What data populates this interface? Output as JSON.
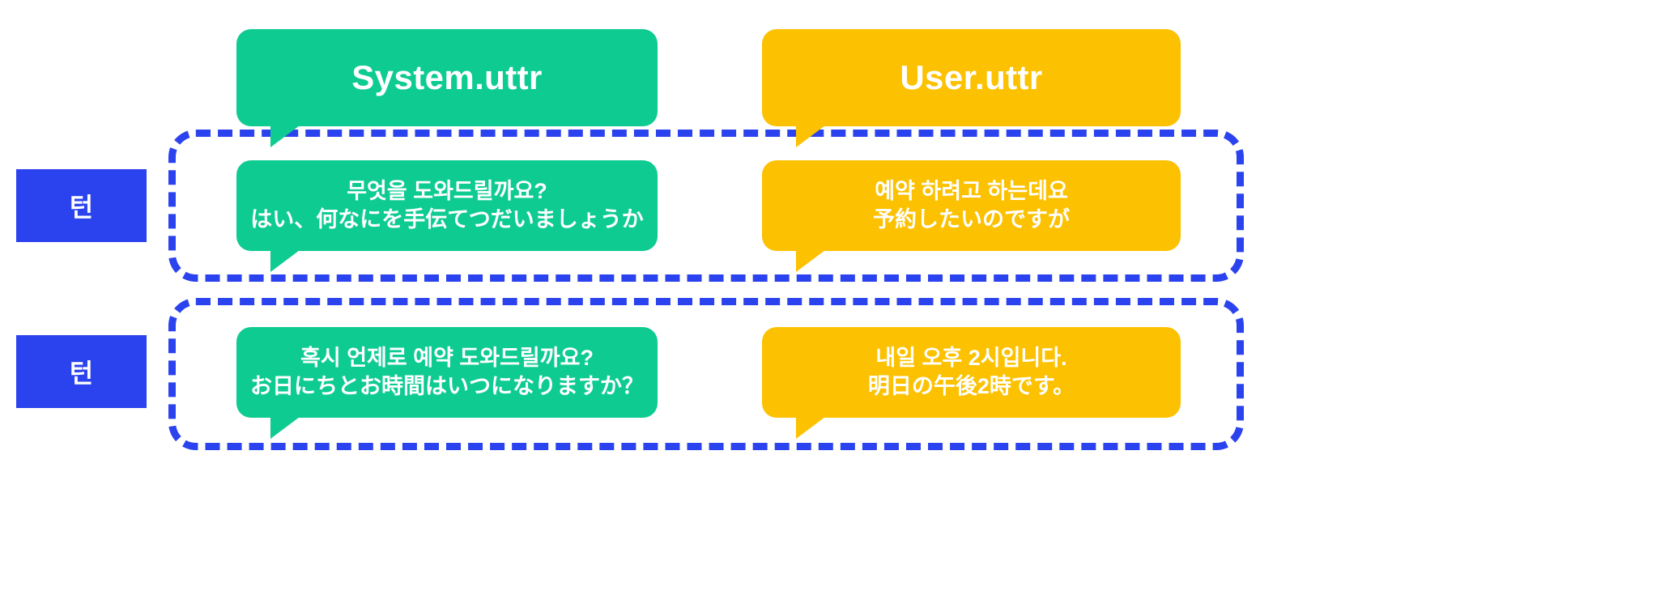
{
  "colors": {
    "system": "#0ecb92",
    "user": "#fcc100",
    "turn_blue": "#2b42ef",
    "background": "#ffffff",
    "text_on_bubble": "#ffffff"
  },
  "headers": {
    "system": "System.uttr",
    "user": "User.uttr"
  },
  "turns": [
    {
      "badge": "턴",
      "system": {
        "ko": "무엇을 도와드릴까요?",
        "ja": "はい、何なにを手伝てつだいましょうか"
      },
      "user": {
        "ko": "예약 하려고 하는데요",
        "ja": "予約したいのですが"
      }
    },
    {
      "badge": "턴",
      "system": {
        "ko": "혹시 언제로 예약 도와드릴까요?",
        "ja": "お日にちとお時間はいつになりますか？"
      },
      "user": {
        "ko": "내일 오후 2시입니다.",
        "ja": "明日の午後2時です。"
      }
    }
  ]
}
